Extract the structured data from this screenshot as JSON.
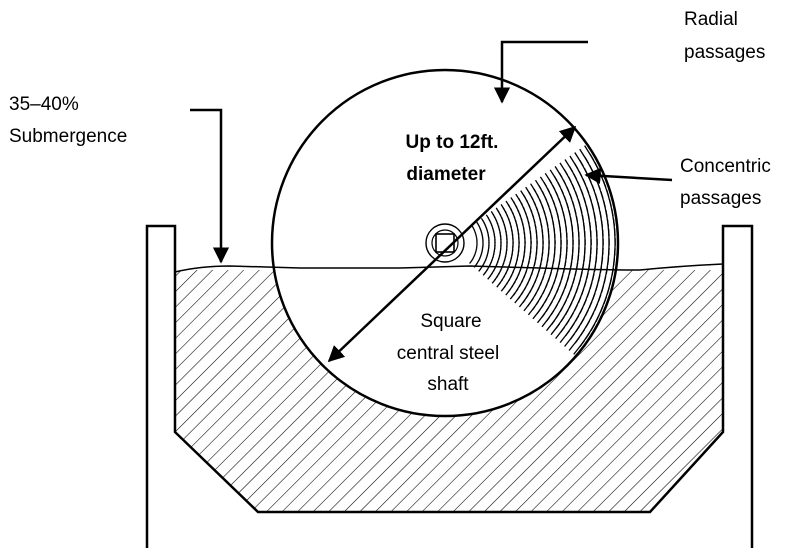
{
  "labels": {
    "radial_line1": "Radial",
    "radial_line2": "passages",
    "submergence_line1": "35–40%",
    "submergence_line2": "Submergence",
    "diameter_line1": "Up to 12ft.",
    "diameter_line2": "diameter",
    "concentric_line1": "Concentric",
    "concentric_line2": "passages",
    "shaft_line1": "Square",
    "shaft_line2": "central steel",
    "shaft_line3": "shaft"
  },
  "colors": {
    "ink": "#000000",
    "background": "#ffffff"
  }
}
